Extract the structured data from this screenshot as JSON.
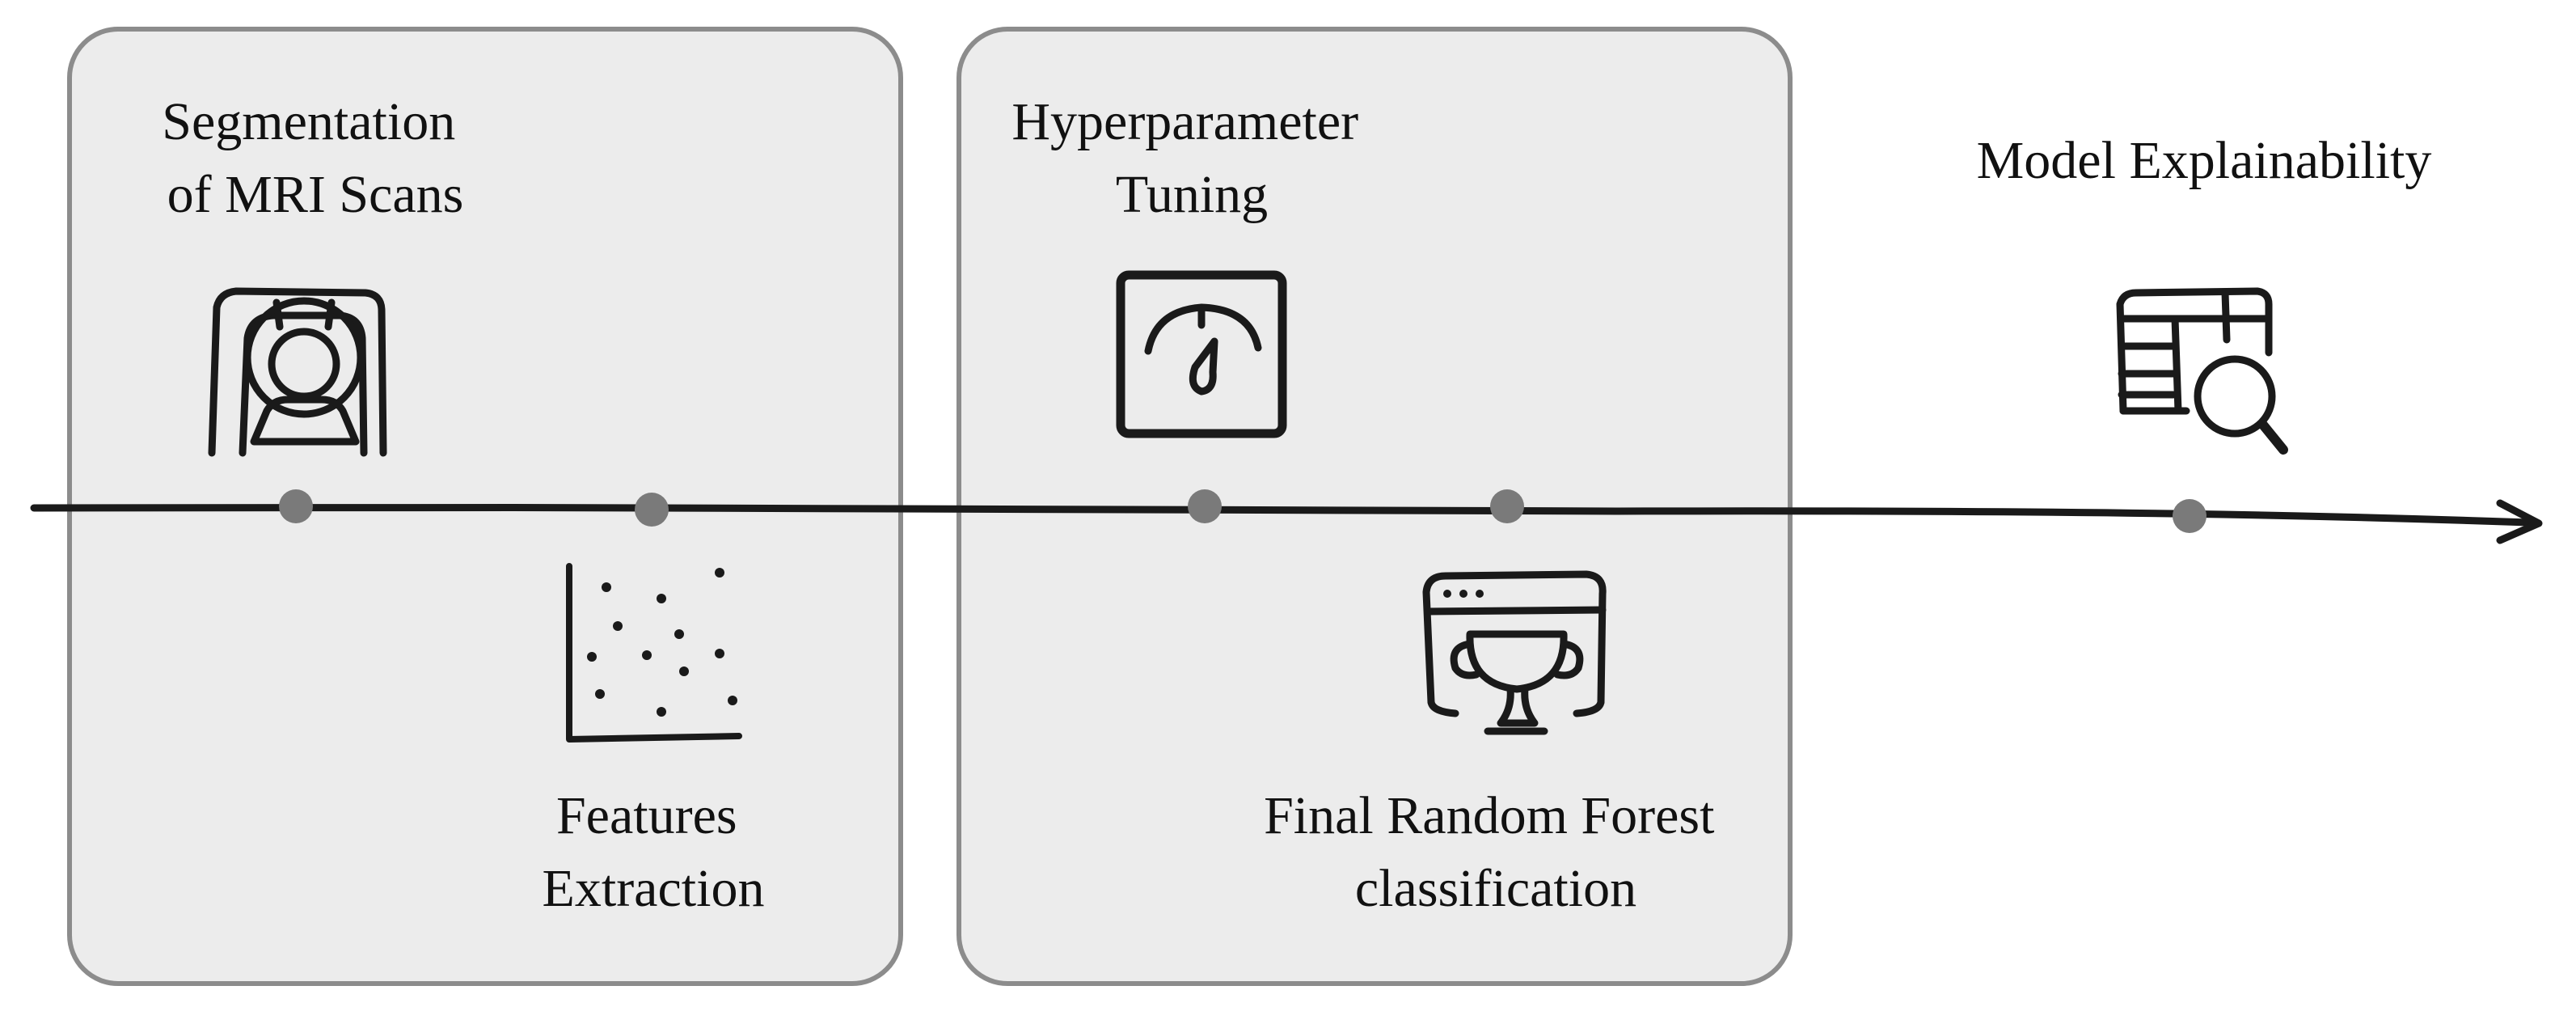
{
  "colors": {
    "group_fill": "#ececec",
    "group_stroke": "#8c8c8c",
    "timeline": "#1a1a1a",
    "marker": "#7a7a7a",
    "text": "#111111"
  },
  "steps": [
    {
      "id": "segmentation",
      "icon": "mri-scanner-icon",
      "label_lines": [
        "Segmentation",
        "of MRI  Scans"
      ]
    },
    {
      "id": "features",
      "icon": "scatter-plot-icon",
      "label_lines": [
        "Features",
        "Extraction"
      ]
    },
    {
      "id": "tuning",
      "icon": "gauge-icon",
      "label_lines": [
        "Hyperparameter",
        "Tuning"
      ]
    },
    {
      "id": "classification",
      "icon": "trophy-window-icon",
      "label_lines": [
        "Final  Random  Forest",
        "classification"
      ]
    },
    {
      "id": "explainability",
      "icon": "table-search-icon",
      "label_lines": [
        "Model  Explainability"
      ]
    }
  ]
}
